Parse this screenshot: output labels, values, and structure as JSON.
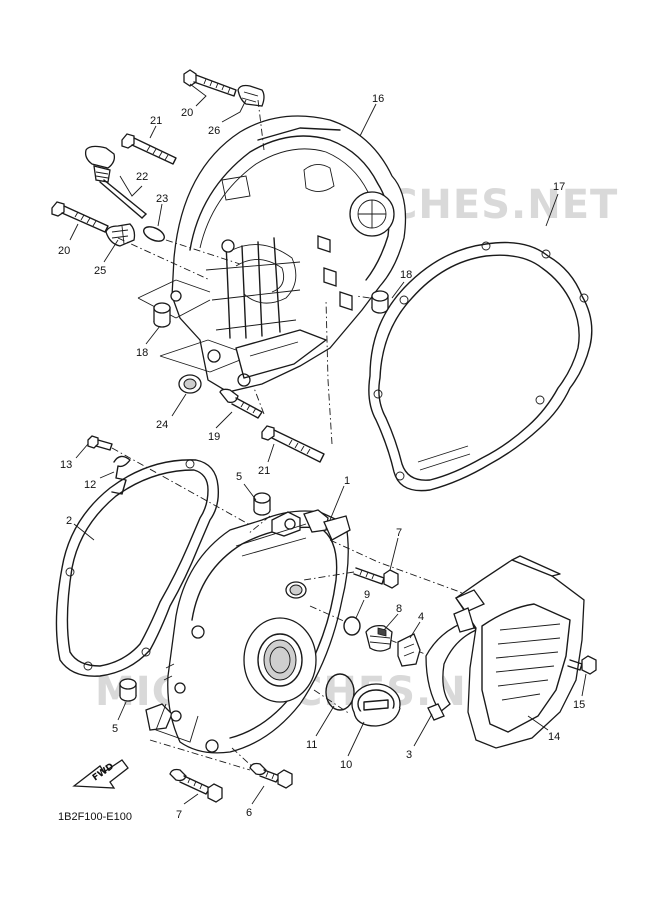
{
  "watermark": {
    "text": "MICROFICHES.NET"
  },
  "diagram_code": "1B2F100-E100",
  "fwd_label": "FWD",
  "callouts": [
    {
      "id": "c20a",
      "label": "20"
    },
    {
      "id": "c26",
      "label": "26"
    },
    {
      "id": "c16",
      "label": "16"
    },
    {
      "id": "c21a",
      "label": "21"
    },
    {
      "id": "c22",
      "label": "22"
    },
    {
      "id": "c23",
      "label": "23"
    },
    {
      "id": "c20b",
      "label": "20"
    },
    {
      "id": "c25",
      "label": "25"
    },
    {
      "id": "c17",
      "label": "17"
    },
    {
      "id": "c18a",
      "label": "18"
    },
    {
      "id": "c18b",
      "label": "18"
    },
    {
      "id": "c24",
      "label": "24"
    },
    {
      "id": "c19",
      "label": "19"
    },
    {
      "id": "c21b",
      "label": "21"
    },
    {
      "id": "c13",
      "label": "13"
    },
    {
      "id": "c12",
      "label": "12"
    },
    {
      "id": "c5a",
      "label": "5"
    },
    {
      "id": "c1",
      "label": "1"
    },
    {
      "id": "c2",
      "label": "2"
    },
    {
      "id": "c7a",
      "label": "7"
    },
    {
      "id": "c9",
      "label": "9"
    },
    {
      "id": "c8",
      "label": "8"
    },
    {
      "id": "c4",
      "label": "4"
    },
    {
      "id": "c15",
      "label": "15"
    },
    {
      "id": "c5b",
      "label": "5"
    },
    {
      "id": "c11",
      "label": "11"
    },
    {
      "id": "c10",
      "label": "10"
    },
    {
      "id": "c3",
      "label": "3"
    },
    {
      "id": "c14",
      "label": "14"
    },
    {
      "id": "c7b",
      "label": "7"
    },
    {
      "id": "c6",
      "label": "6"
    }
  ]
}
